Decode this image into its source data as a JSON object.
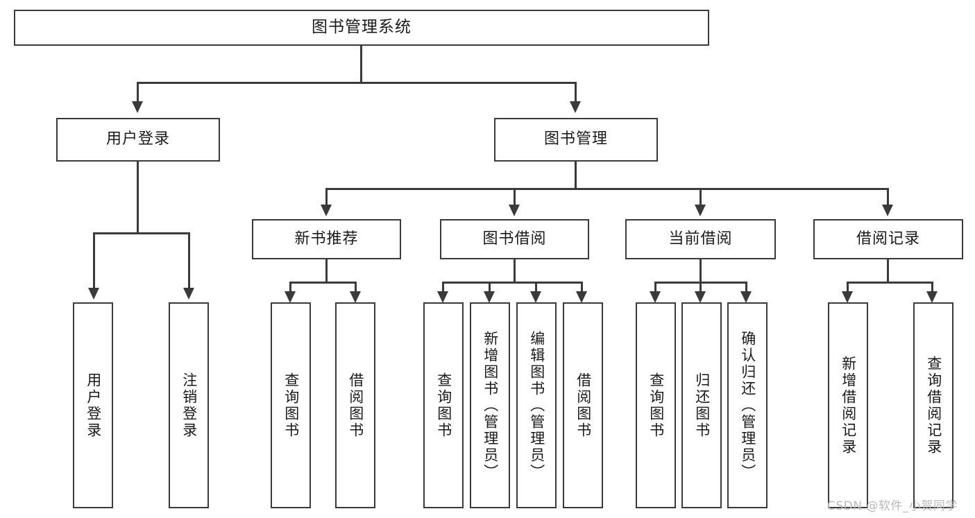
{
  "diagram": {
    "title": "图书管理系统",
    "watermark": "CSDN @软件_小贺同学",
    "colors": {
      "stroke": "#3a3a3a",
      "text": "#1a1a1a",
      "background": "#ffffff",
      "watermark": "#b9b9b9"
    },
    "levels": {
      "root": "图书管理系统",
      "level2": [
        "用户登录",
        "图书管理"
      ],
      "level3": [
        "新书推荐",
        "图书借阅",
        "当前借阅",
        "借阅记录"
      ]
    },
    "nodes": {
      "root": {
        "label": "图书管理系统"
      },
      "user_login": {
        "label": "用户登录"
      },
      "book_mgmt": {
        "label": "图书管理"
      },
      "new_book_rec": {
        "label": "新书推荐"
      },
      "book_borrow": {
        "label": "图书借阅"
      },
      "current_borrow": {
        "label": "当前借阅"
      },
      "borrow_record": {
        "label": "借阅记录"
      },
      "leaf_user_login": {
        "label": "用户登录"
      },
      "leaf_logout": {
        "label": "注销登录"
      },
      "leaf_query_book_a": {
        "label": "查询图书"
      },
      "leaf_borrow_book_a": {
        "label": "借阅图书"
      },
      "leaf_query_book_b": {
        "label": "查询图书"
      },
      "leaf_add_book": {
        "label": "新增图书（管理员）"
      },
      "leaf_edit_book": {
        "label": "编辑图书（管理员）"
      },
      "leaf_borrow_book_b": {
        "label": "借阅图书"
      },
      "leaf_query_book_c": {
        "label": "查询图书"
      },
      "leaf_return_book": {
        "label": "归还图书"
      },
      "leaf_confirm_return": {
        "label": "确认归还（管理员）"
      },
      "leaf_add_record": {
        "label": "新增借阅记录"
      },
      "leaf_query_record": {
        "label": "查询借阅记录"
      }
    }
  }
}
